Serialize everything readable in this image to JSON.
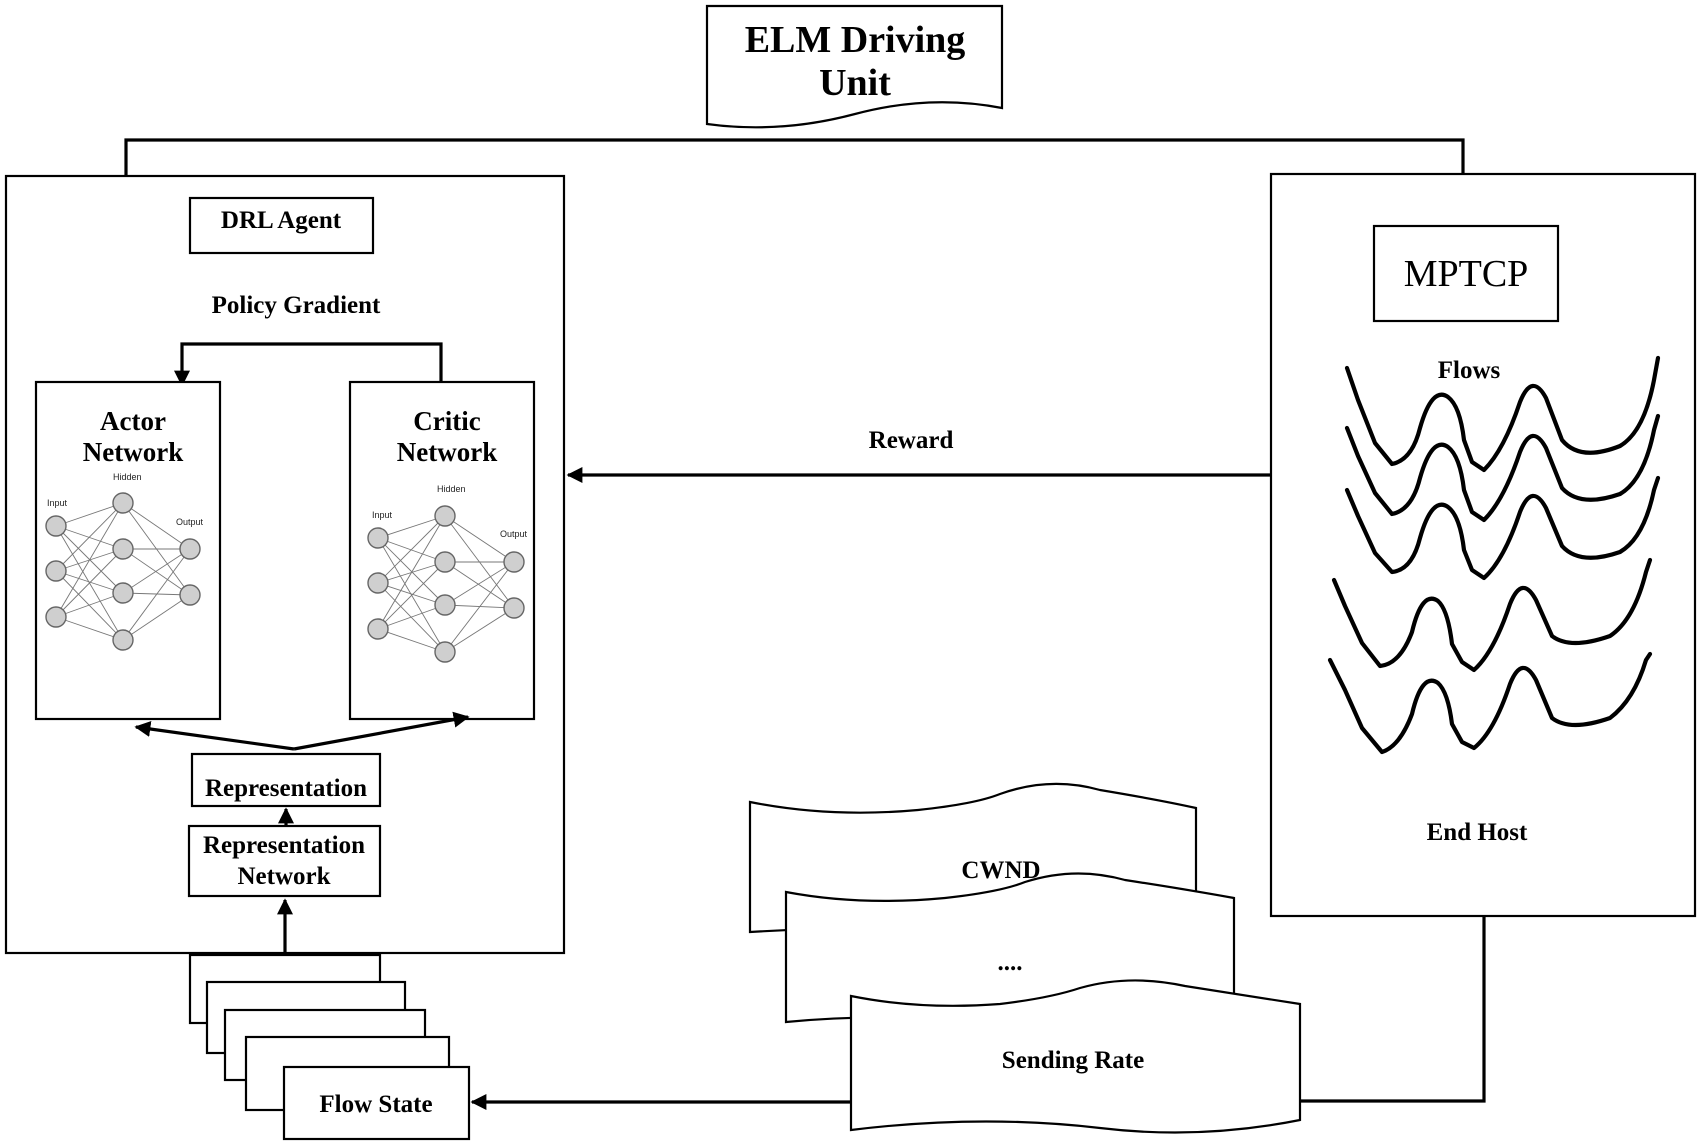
{
  "title": {
    "line1": "ELM Driving",
    "line2": "Unit"
  },
  "drl_agent": {
    "label": "DRL Agent",
    "policy_gradient": "Policy Gradient",
    "actor": {
      "line1": "Actor",
      "line2": "Network",
      "nn_input": "Input",
      "nn_hidden": "Hidden",
      "nn_output": "Output"
    },
    "critic": {
      "line1": "Critic",
      "line2": "Network",
      "nn_input": "Input",
      "nn_hidden": "Hidden",
      "nn_output": "Output"
    },
    "representation": "Representation",
    "representation_network": {
      "line1": "Representation",
      "line2": "Network"
    }
  },
  "reward": "Reward",
  "end_host": {
    "mptcp": "MPTCP",
    "flows": "Flows",
    "label": "End Host"
  },
  "storage": {
    "cwnd": "CWND",
    "ellipsis": "....",
    "sending_rate": "Sending Rate"
  },
  "flow_state": "Flow State"
}
